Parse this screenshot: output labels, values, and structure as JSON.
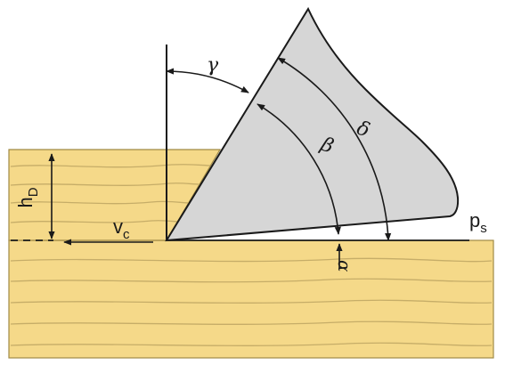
{
  "labels": {
    "gamma": "γ",
    "beta": "β",
    "delta": "δ",
    "alpha": "α",
    "h_main": "h",
    "h_sub": "D",
    "v_main": "v",
    "v_sub": "c",
    "p_main": "p",
    "p_sub": "s"
  },
  "colors": {
    "wood": "#f5d989",
    "wood_stroke": "#a08a45",
    "grain": "#c6ad68",
    "tool": "#d6d6d6",
    "ink": "#1a1a1a"
  }
}
